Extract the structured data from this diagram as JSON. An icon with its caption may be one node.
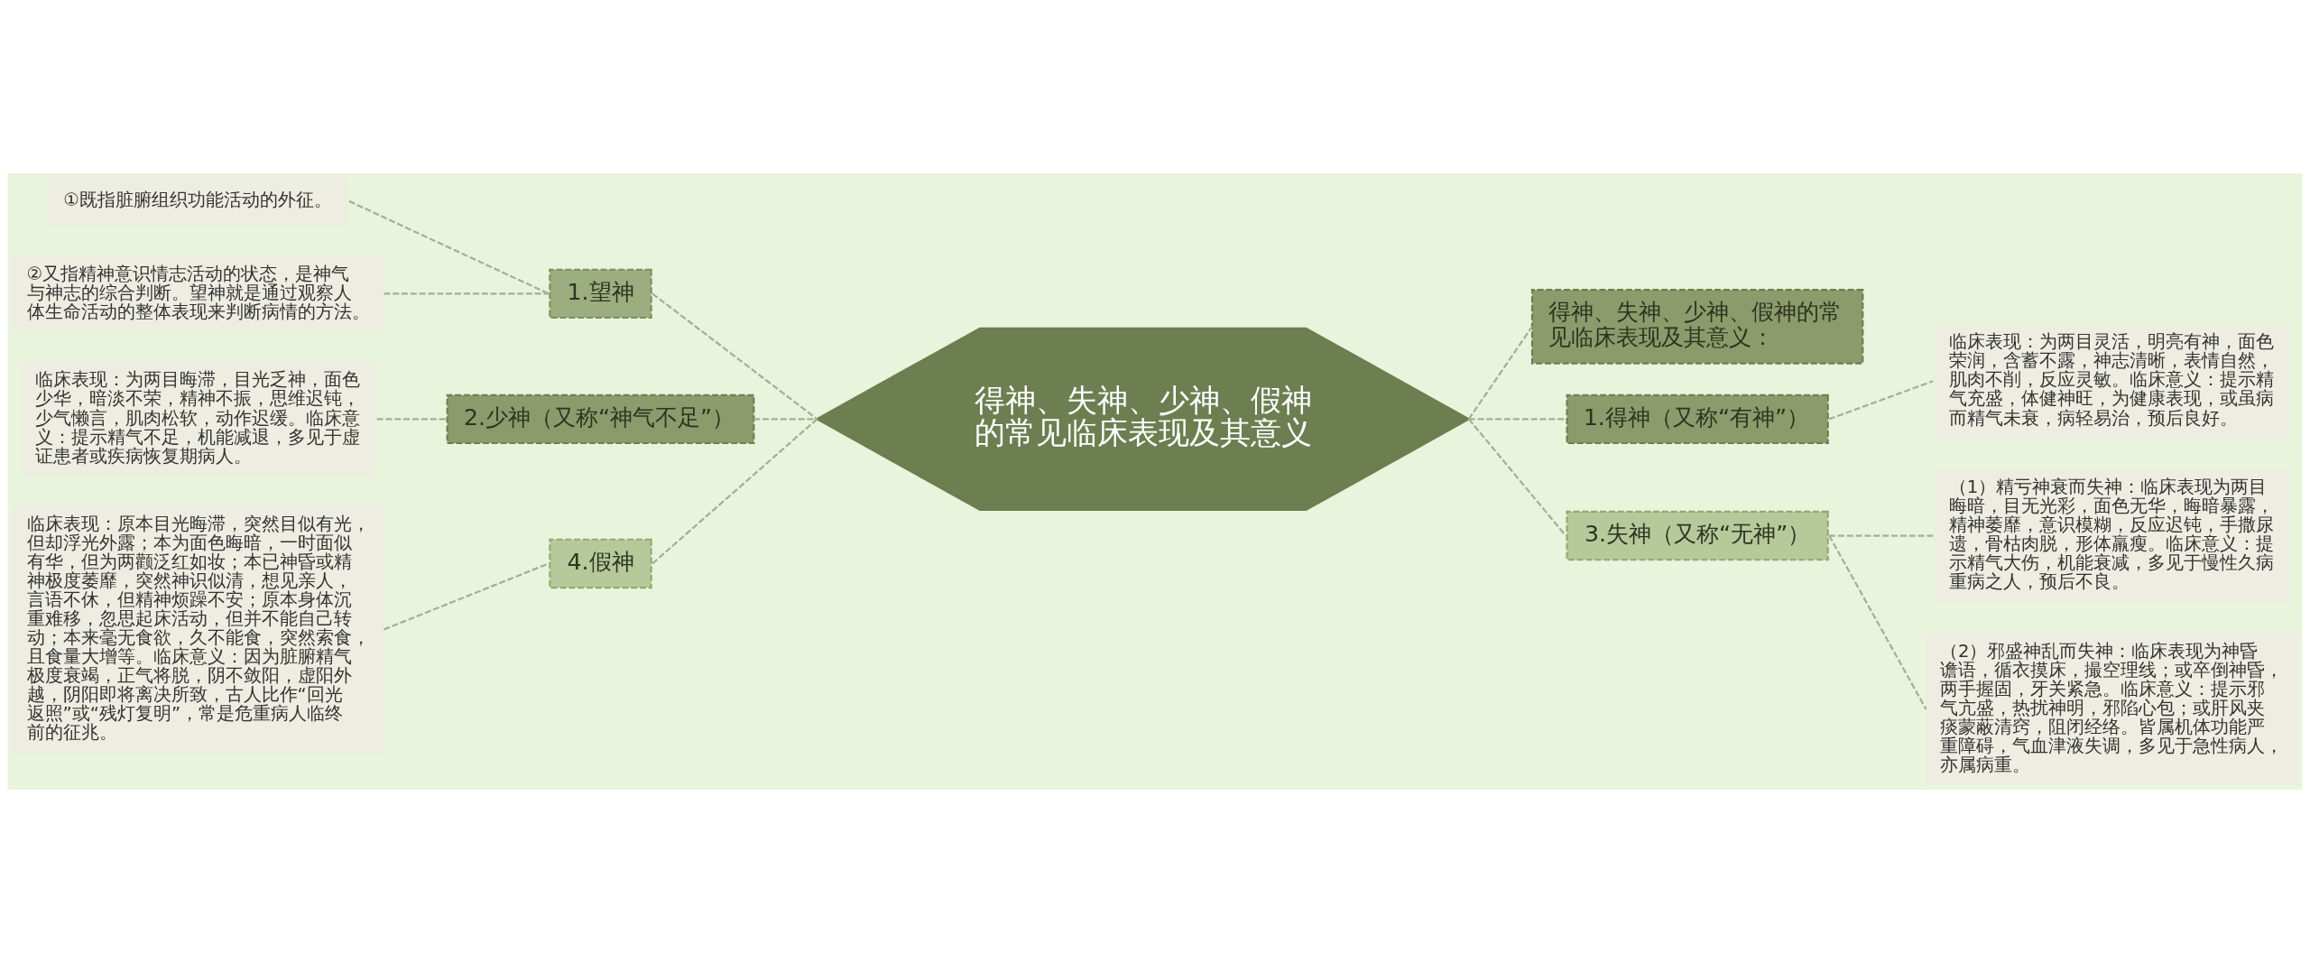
{
  "diagram": {
    "nodes": [
      {
        "text": [
          "得神、失神、少神、假神的常见临床表现及其意义"
        ]
      },
      {
        "text": [
          "得神、失神、少神、假神的常见临床表现及其意义："
        ]
      },
      {
        "text": [
          "1.得神（又称“有神”）"
        ]
      },
      {
        "text": [
          "临床表现：为两目灵活，明亮有神，面色荣润，含蓄不露，神志清晰，表情自然，肌肉不削，反应灵敏。临床意义：提示精气充盛，体健神旺，为健康表现，或虽病而精气未衰，病轻易治，预后良好。"
        ]
      },
      {
        "text": [
          "3.失神（又称“无神”）"
        ]
      },
      {
        "text": [
          "（1）精亏神衰而失神：临床表现为两目晦暗，目无光彩，面色无华，晦暗暴露，精神萎靡，意识模糊，反应迟钝，手撒尿遗，骨枯肉脱，形体羸瘦。临床意义：提示精气大伤，机能衰减，多见于慢性久病重病之人，预后不良。"
        ]
      },
      {
        "text": [
          "（2）邪盛神乱而失神：临床表现为神昏谵语，循衣摸床，撮空理线；或卒倒神昏，两手握固，牙关紧急。临床意义：提示邪气亢盛，热扰神明，邪陷心包；或肝风夹痰蒙蔽清窍，阻闭经络。皆属机体功能严重障碍，气血津液失调，多见于急性病人，亦属病重。"
        ]
      },
      {
        "text": [
          "1.望神"
        ]
      },
      {
        "text": [
          "①既指脏腑组织功能活动的外征。"
        ]
      },
      {
        "text": [
          "②又指精神意识情志活动的状态，是神气与神志的综合判断。望神就是通过观察人体生命活动的整体表现来判断病情的方法。"
        ]
      },
      {
        "text": [
          "2.少神（又称“神气不足”）"
        ]
      },
      {
        "text": [
          "临床表现：为两目晦滞，目光乏神，面色少华，暗淡不荣，精神不振，思维迟钝，少气懒言，肌肉松软，动作迟缓。临床意义：提示精气不足，机能减退，多见于虚证患者或疾病恢复期病人。"
        ]
      },
      {
        "text": [
          "4.假神"
        ]
      },
      {
        "text": [
          "临床表现：原本目光晦滞，突然目似有光，但却浮光外露；本为面色晦暗，一时面似有华，但为两颧泛红如妆；本已神昏或精神极度萎靡，突然神识似清，想见亲人，言语不休，但精神烦躁不安；原本身体沉重难移，忽思起床活动，但并不能自己转动；本来毫无食欲，久不能食，突然索食，且食量大增等。临床意义：因为脏腑精气极度衰竭，正气将脱，阴不敛阳，虚阳外越，阴阳即将离决所致，古人比作“回光返照”或“残灯复明”，常是危重病人临终前的征兆。"
        ]
      }
    ],
    "edges": [
      {
        "from": 0,
        "to": 1,
        "arrow": "none",
        "style": "dashed"
      },
      {
        "from": 0,
        "to": 2,
        "arrow": "none",
        "style": "dashed"
      },
      {
        "from": 2,
        "to": 3,
        "arrow": "none",
        "style": "dashed"
      },
      {
        "from": 0,
        "to": 4,
        "arrow": "none",
        "style": "dashed"
      },
      {
        "from": 4,
        "to": 5,
        "arrow": "none",
        "style": "dashed"
      },
      {
        "from": 4,
        "to": 6,
        "arrow": "none",
        "style": "dashed"
      },
      {
        "from": 7,
        "to": 0,
        "arrow": "none",
        "style": "dashed"
      },
      {
        "from": 8,
        "to": 7,
        "arrow": "none",
        "style": "dashed"
      },
      {
        "from": 9,
        "to": 7,
        "arrow": "none",
        "style": "dashed"
      },
      {
        "from": 10,
        "to": 0,
        "arrow": "none",
        "style": "dashed"
      },
      {
        "from": 11,
        "to": 10,
        "arrow": "none",
        "style": "dashed"
      },
      {
        "from": 12,
        "to": 0,
        "arrow": "none",
        "style": "dashed"
      },
      {
        "from": 13,
        "to": 12,
        "arrow": "none",
        "style": "dashed"
      }
    ]
  }
}
